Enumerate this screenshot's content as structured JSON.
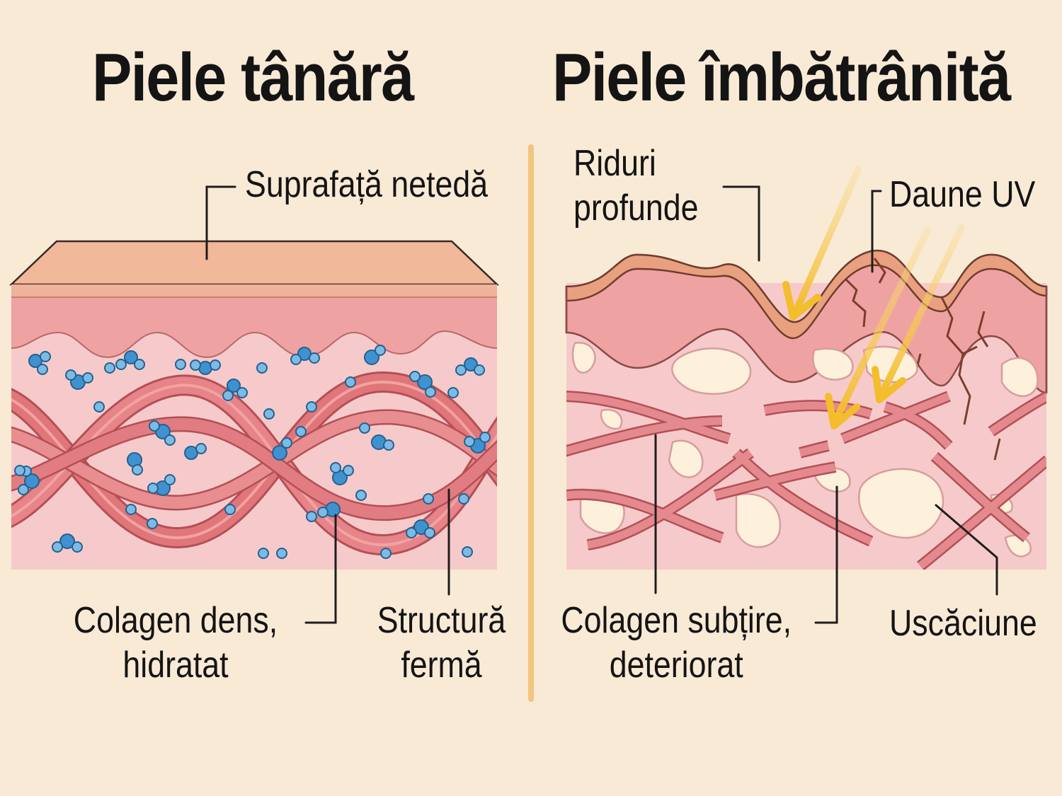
{
  "titles": {
    "young": "Piele tânără",
    "aged": "Piele îmbătrânită"
  },
  "callouts": {
    "smooth_surface": "Suprafață netedă",
    "dense_collagen": [
      "Colagen dens,",
      "hidratat"
    ],
    "firm_structure": [
      "Structură",
      "fermă"
    ],
    "deep_wrinkles": [
      "Riduri",
      "profunde"
    ],
    "uv_damage": "Daune UV",
    "thin_collagen": [
      "Colagen subțire,",
      "deteriorat"
    ],
    "dryness": "Uscăciune"
  },
  "colors": {
    "background": "#f9ead6",
    "epidermis_top": "#f2b89a",
    "epidermis": "#efa2a2",
    "dermis": "#f6caca",
    "collagen": "#e0767a",
    "collagen_edge": "#b34f55",
    "water_molecule": "#3f92cf",
    "uv_ray": "#f3bd2b",
    "divider": "#f2c57f",
    "dry_patch": "#fdf1dc"
  }
}
